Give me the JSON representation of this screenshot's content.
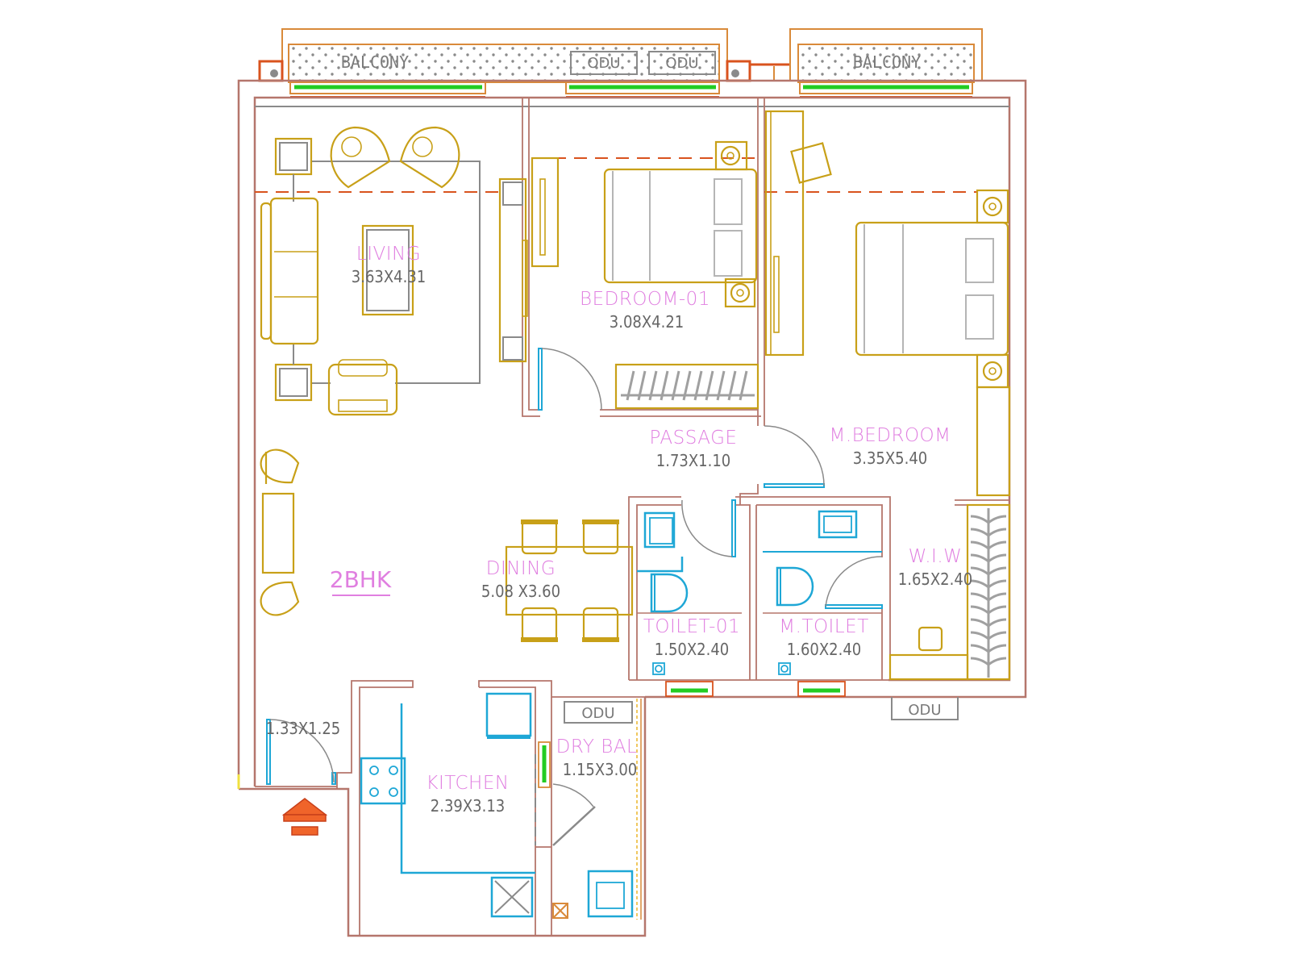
{
  "plan": {
    "title": "2BHK",
    "colors": {
      "wall": "#b5766c",
      "furniture": "#c8a018",
      "fixtures": "#1ea7d6",
      "room_label": "#e07fe0",
      "dimension": "#666666",
      "window_glass": "#22cc22",
      "entry_arrow": "#f0642a"
    }
  },
  "balconies": [
    {
      "label": "BALCONY",
      "odu": [
        "ODU",
        "ODU"
      ]
    },
    {
      "label": "BALCONY"
    }
  ],
  "rooms": {
    "living": {
      "name": "LIVING",
      "dim": "3.63X4.31"
    },
    "bedroom1": {
      "name": "BEDROOM-01",
      "dim": "3.08X4.21"
    },
    "passage": {
      "name": "PASSAGE",
      "dim": "1.73X1.10"
    },
    "master_bedroom": {
      "name": "M.BEDROOM",
      "dim": "3.35X5.40"
    },
    "dining": {
      "name": "DINING",
      "dim": "5.08 X3.60"
    },
    "wiw": {
      "name": "W.I.W",
      "dim": "1.65X2.40"
    },
    "toilet1": {
      "name": "TOILET-01",
      "dim": "1.50X2.40"
    },
    "master_toilet": {
      "name": "M.TOILET",
      "dim": "1.60X2.40"
    },
    "foyer": {
      "dim": "1.33X1.25"
    },
    "kitchen": {
      "name": "KITCHEN",
      "dim": "2.39X3.13"
    },
    "dry_balcony": {
      "name": "DRY BAL",
      "dim": "1.15X3.00"
    }
  },
  "odu_units": {
    "dry_balcony": "ODU",
    "exterior": "ODU"
  },
  "icons": {
    "entry": "entry-arrow-icon",
    "bed": "double-bed-icon",
    "sofa": "sofa-icon",
    "wc": "toilet-icon",
    "sink": "washbasin-icon",
    "hob": "gas-stove-icon",
    "washer": "washing-machine-icon",
    "fridge": "refrigerator-icon",
    "wardrobe": "wardrobe-hangers-icon",
    "lamp": "bedside-lamp-icon"
  }
}
